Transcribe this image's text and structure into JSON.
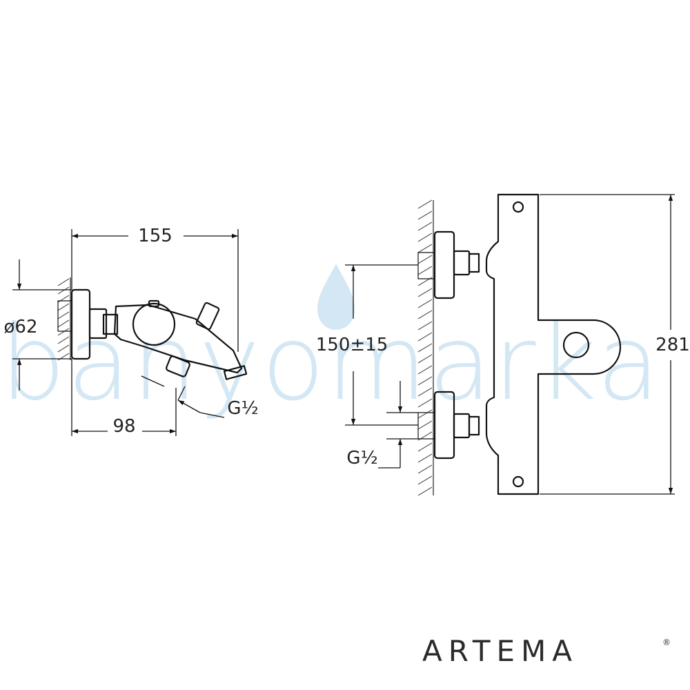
{
  "watermark": {
    "text": "banyomarka",
    "color": "#d4e7f4"
  },
  "side_view": {
    "dim_width": "155",
    "dim_diameter": "ø62",
    "dim_spout": "98",
    "thread": "G½"
  },
  "front_view": {
    "dim_centers": "150±15",
    "dim_height": "281",
    "thread": "G½"
  },
  "brand": {
    "name": "ARTEMA",
    "mark": "®"
  },
  "colors": {
    "line": "#111111",
    "hatch": "#555555"
  }
}
